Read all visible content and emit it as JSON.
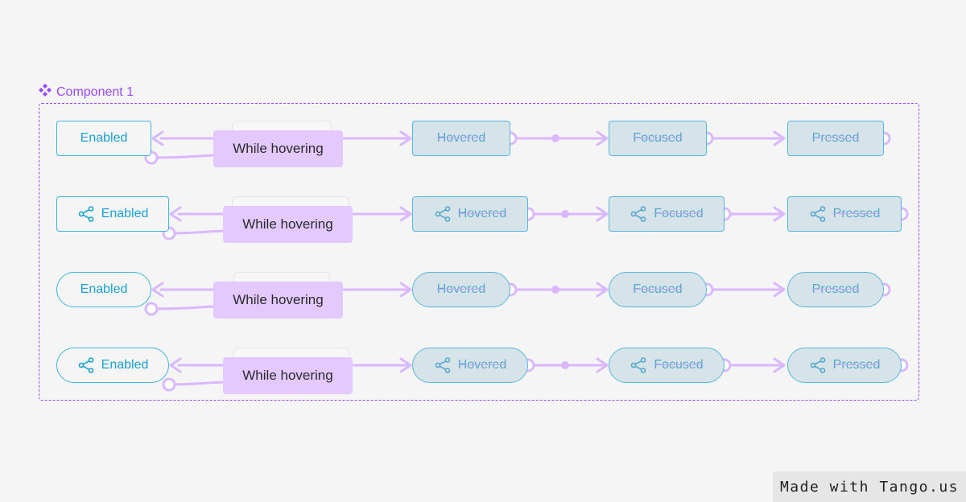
{
  "component": {
    "label": "Component 1",
    "icon": "component-diamond-icon"
  },
  "trigger_label": "While hovering",
  "states": {
    "enabled": "Enabled",
    "hovered": "Hovered",
    "focused": "Focused",
    "pressed": "Pressed"
  },
  "rows": [
    {
      "variant": "rect",
      "has_icon": false
    },
    {
      "variant": "rect",
      "has_icon": true
    },
    {
      "variant": "pill",
      "has_icon": false
    },
    {
      "variant": "pill",
      "has_icon": true
    }
  ],
  "icons": {
    "state_icon": "share-icon"
  },
  "colors": {
    "accent": "#9747ff",
    "button_text": "#1a9fd1",
    "trigger_bg": "#e3c9ff"
  },
  "watermark": "Made with Tango.us"
}
